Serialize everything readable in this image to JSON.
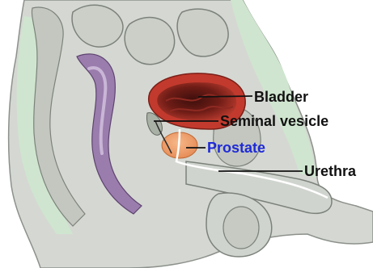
{
  "diagram": {
    "labels": [
      {
        "id": "bladder",
        "text": "Bladder",
        "color": "#111111"
      },
      {
        "id": "seminal-vesicle",
        "text": "Seminal vesicle",
        "color": "#111111"
      },
      {
        "id": "prostate",
        "text": "Prostate",
        "color": "#1f2bd6"
      },
      {
        "id": "urethra",
        "text": "Urethra",
        "color": "#111111"
      }
    ],
    "colors": {
      "tissue": "#d2d6d0",
      "tissue_dark": "#b4b9b3",
      "tissue_outline": "#7c827b",
      "green_tint": "#cde4cd",
      "purple": "#8d6fa1",
      "bladder_outer": "#c0392b",
      "bladder_inner": "#4b1410",
      "prostate": "#f2a06b",
      "leader_line": "#111111"
    }
  }
}
